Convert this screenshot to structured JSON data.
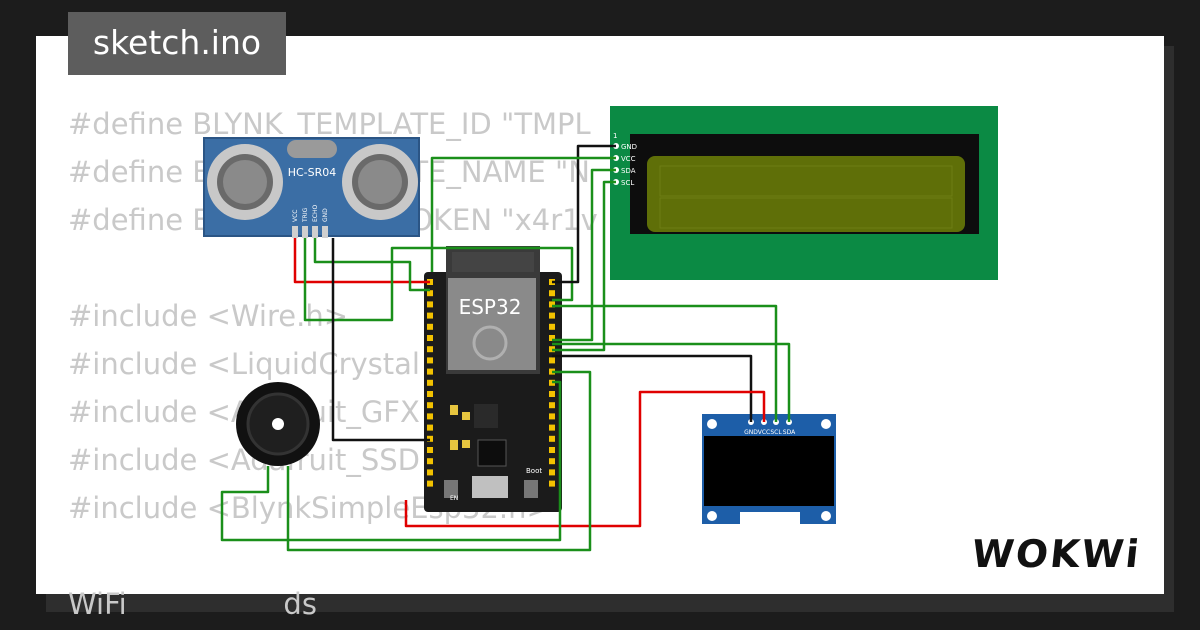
{
  "window": {
    "title": "sketch.ino"
  },
  "code": {
    "lines": [
      "#define BLYNK_TEMPLATE_ID \"TMPL",
      "#define BLYNK_TEMPLATE_NAME \"N",
      "#define BLYNK_AUTH_TOKEN \"x4r1v                  4J3LB2\"",
      "",
      "#include <Wire.h>",
      "#include <LiquidCrystal",
      "#include <Adafruit_GFX",
      "#include <Adafruit_SSD",
      "#include <BlynkSimpleEsp32.h>",
      "",
      "WiFi                 ds"
    ]
  },
  "components": {
    "ultrasonic": {
      "label": "HC-SR04",
      "pins": [
        "VCC",
        "TRIG",
        "ECHO",
        "GND"
      ]
    },
    "mcu": {
      "label": "ESP32",
      "boot_label": "Boot",
      "en_label": "EN"
    },
    "lcd": {
      "pins": [
        "GND",
        "VCC",
        "SDA",
        "SCL"
      ],
      "pin1_label": "1"
    },
    "oled": {
      "pins": [
        "GND",
        "VCC",
        "SCL",
        "SDA"
      ]
    }
  },
  "brand": {
    "logo": "WOKWi"
  },
  "colors": {
    "background": "#1c1c1c",
    "card": "#ffffff",
    "wire_green": "#1a8f1a",
    "wire_red": "#e00000",
    "wire_black": "#111111",
    "lcd_board": "#0b8a44",
    "lcd_screen": "#5f6f08",
    "sensor_blue": "#3b6ea5",
    "oled_blue": "#1d5ea8",
    "esp_board": "#1b1b1b"
  }
}
